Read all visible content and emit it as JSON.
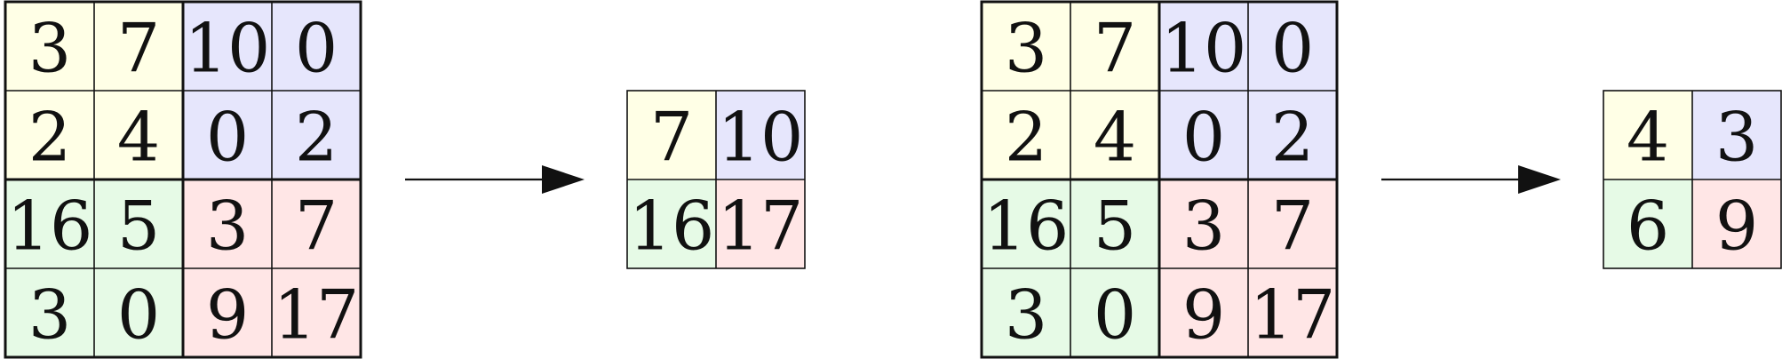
{
  "colors": {
    "yellow": "#ffffe6",
    "blue": "#e6e6fc",
    "green": "#e6fae6",
    "red": "#ffe6e6",
    "ink": "#111111"
  },
  "examples": [
    {
      "input": [
        [
          "3",
          "7",
          "10",
          "0"
        ],
        [
          "2",
          "4",
          "0",
          "2"
        ],
        [
          "16",
          "5",
          "3",
          "7"
        ],
        [
          "3",
          "0",
          "9",
          "17"
        ]
      ],
      "output": [
        [
          "7",
          "10"
        ],
        [
          "16",
          "17"
        ]
      ]
    },
    {
      "input": [
        [
          "3",
          "7",
          "10",
          "0"
        ],
        [
          "2",
          "4",
          "0",
          "2"
        ],
        [
          "16",
          "5",
          "3",
          "7"
        ],
        [
          "3",
          "0",
          "9",
          "17"
        ]
      ],
      "output": [
        [
          "4",
          "3"
        ],
        [
          "6",
          "9"
        ]
      ]
    }
  ],
  "quadrant_colors": [
    [
      "yellow",
      "blue"
    ],
    [
      "green",
      "red"
    ]
  ],
  "icons": {
    "arrow": "right-arrow-icon"
  }
}
